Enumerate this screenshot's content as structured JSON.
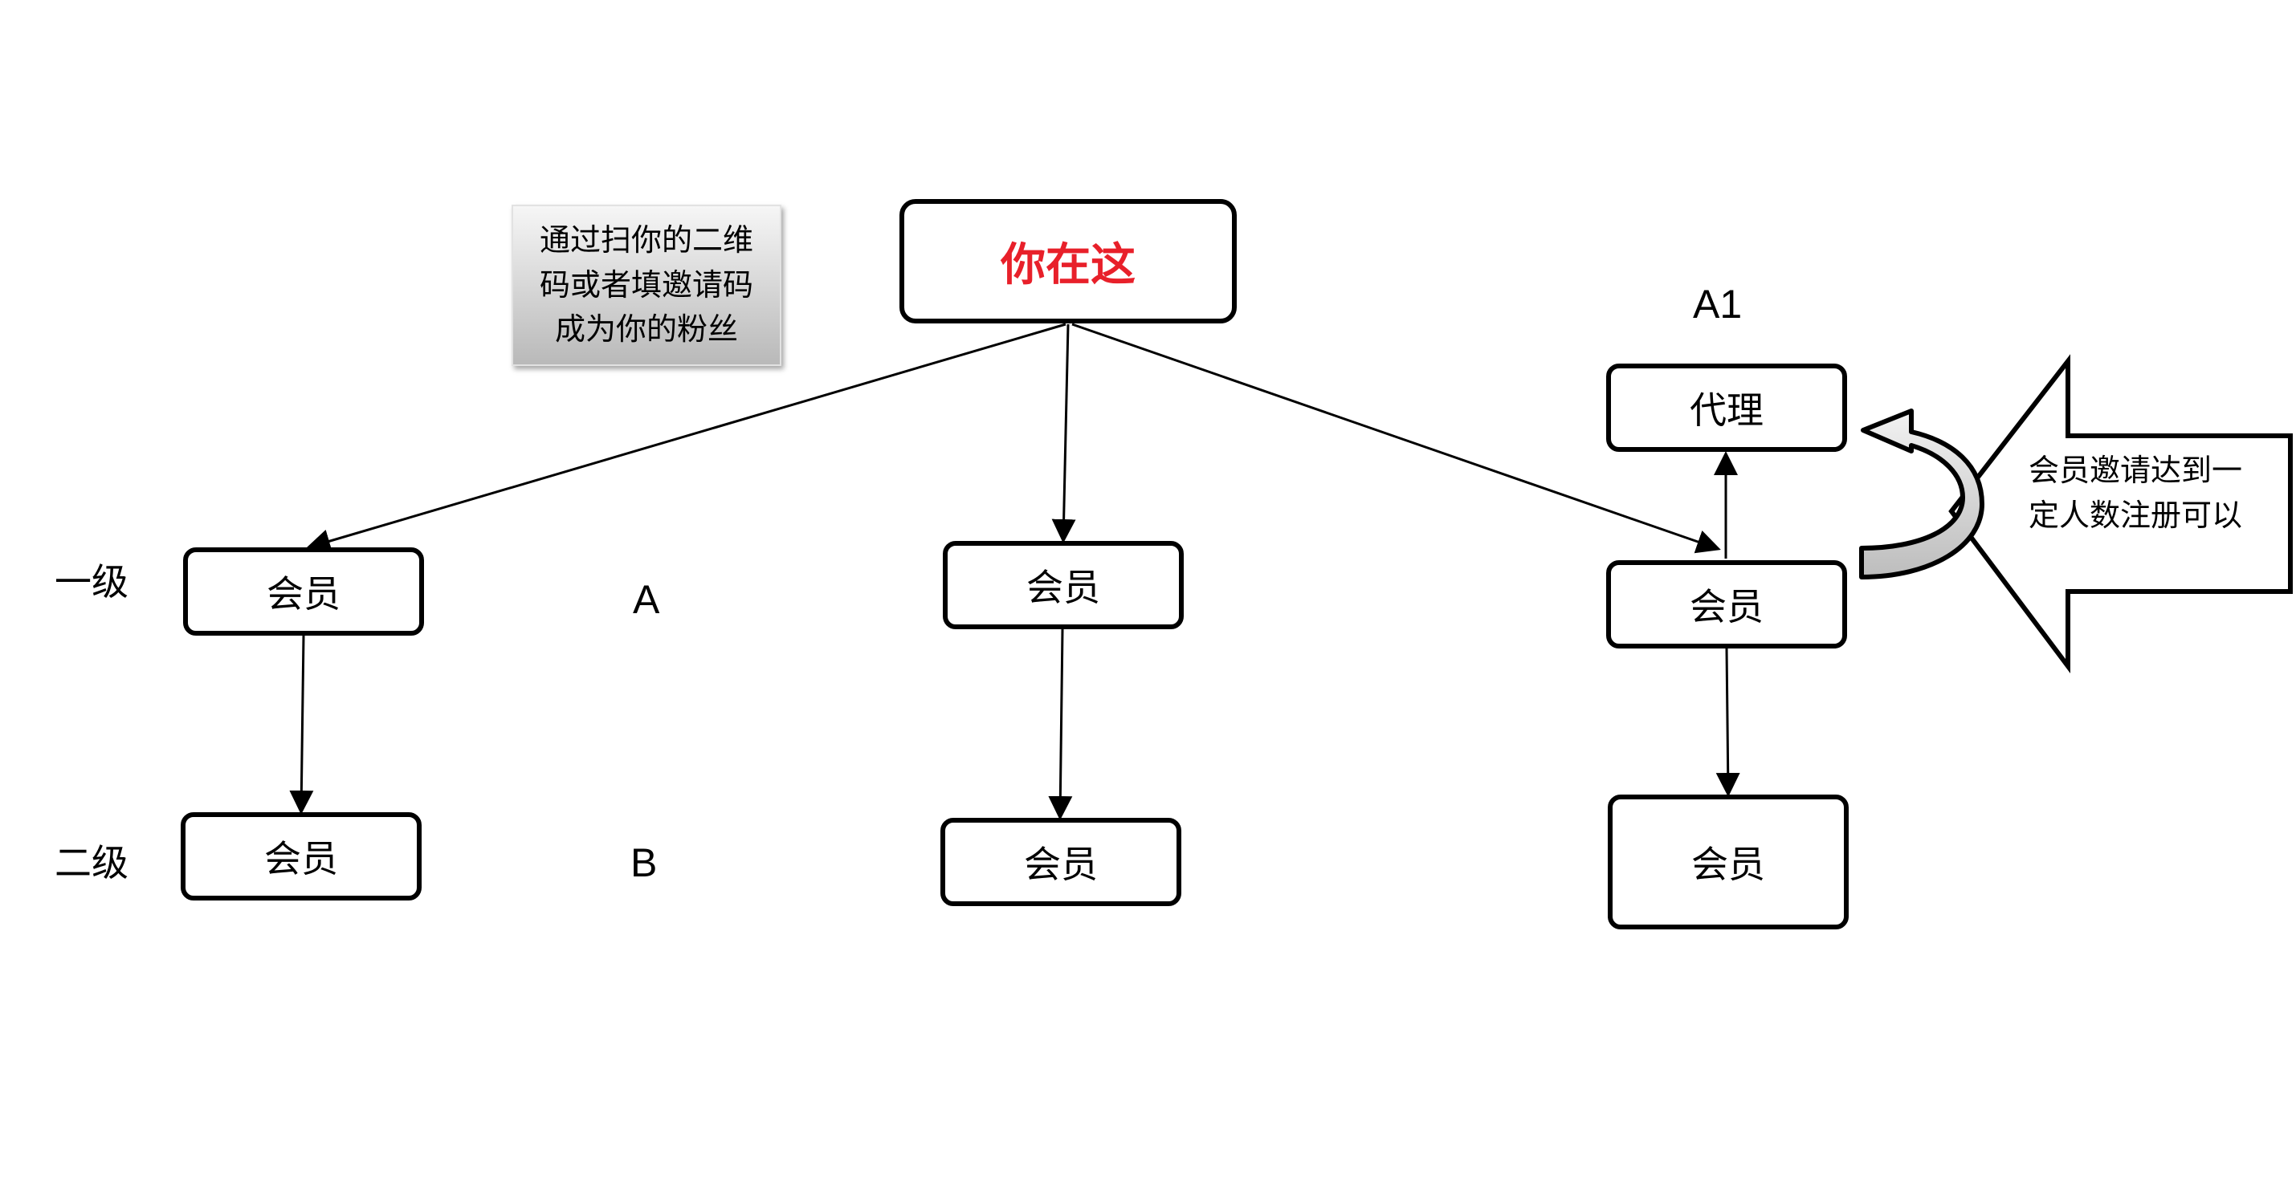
{
  "root": {
    "label": "你在这",
    "color": "#e8202a"
  },
  "note": {
    "lines": [
      "通过扫你的二维",
      "码或者填邀请码",
      "成为你的粉丝"
    ]
  },
  "levels": {
    "level1": "一级",
    "level2": "二级"
  },
  "branch_labels": {
    "a": "A",
    "b": "B",
    "a1": "A1"
  },
  "columns": [
    {
      "level1": "会员",
      "level2": "会员"
    },
    {
      "level1": "会员",
      "level2": "会员"
    },
    {
      "level1": "会员",
      "level2": "会员",
      "promoted": "代理"
    }
  ],
  "callout": {
    "lines": [
      "会员邀请达到一",
      "定人数注册可以"
    ]
  },
  "icons": {
    "curved_arrow": "curved-arrow-icon",
    "callout_arrow": "left-arrow-callout"
  }
}
